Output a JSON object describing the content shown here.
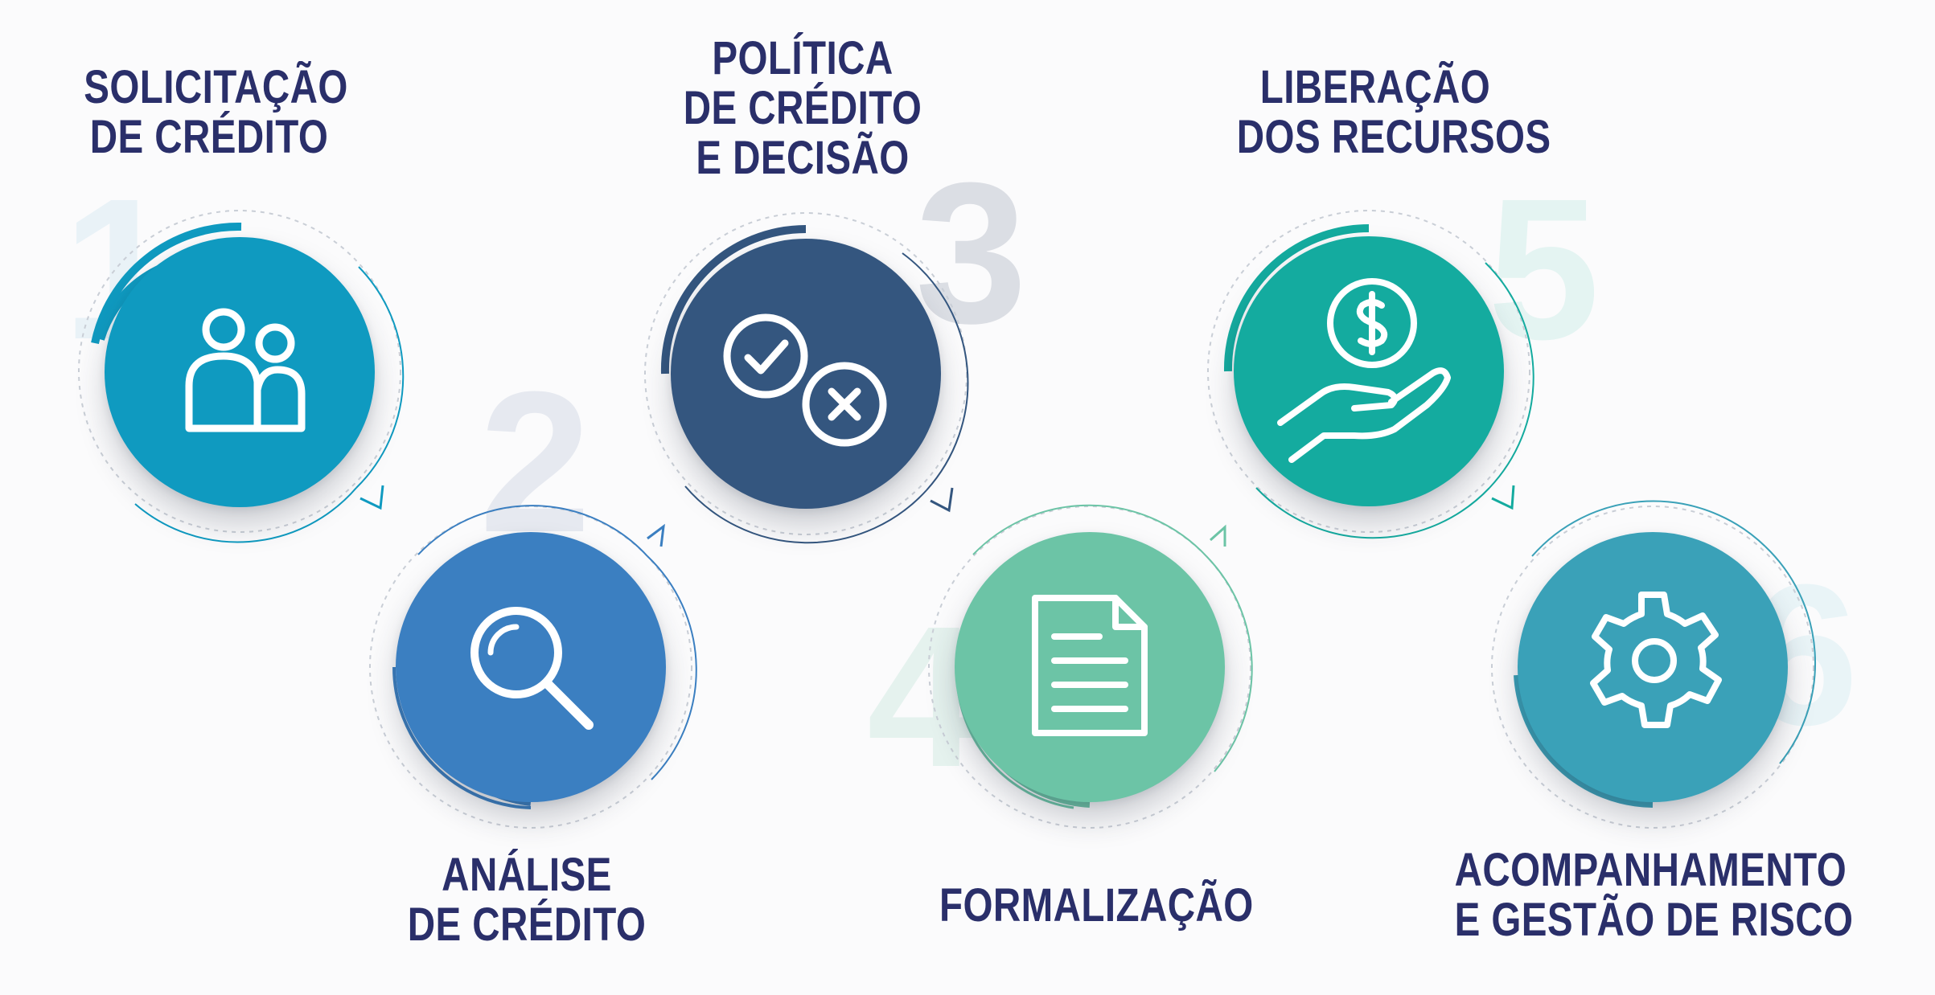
{
  "steps": [
    {
      "number": "1",
      "title_lines": [
        "SOLICITAÇÃO",
        "DE CRÉDITO"
      ],
      "icon": "people-icon",
      "color": "#0f9ac0"
    },
    {
      "number": "2",
      "title_lines": [
        "ANÁLISE",
        "DE CRÉDITO"
      ],
      "icon": "magnifier-icon",
      "color": "#3b7fc1"
    },
    {
      "number": "3",
      "title_lines": [
        "POLÍTICA",
        "DE CRÉDITO",
        "E DECISÃO"
      ],
      "icon": "approve-reject-icon",
      "color": "#34567f"
    },
    {
      "number": "4",
      "title_lines": [
        "FORMALIZAÇÃO"
      ],
      "icon": "document-icon",
      "color": "#6cc4a6"
    },
    {
      "number": "5",
      "title_lines": [
        "LIBERAÇÃO",
        "DOS RECURSOS"
      ],
      "icon": "money-hand-icon",
      "color": "#14ab9f"
    },
    {
      "number": "6",
      "title_lines": [
        "ACOMPANHAMENTO",
        "E GESTÃO DE RISCO"
      ],
      "icon": "gear-icon",
      "color": "#3aa1b8"
    }
  ],
  "colors": {
    "title": "#2a2f6a",
    "background": "#fbfbfc"
  }
}
